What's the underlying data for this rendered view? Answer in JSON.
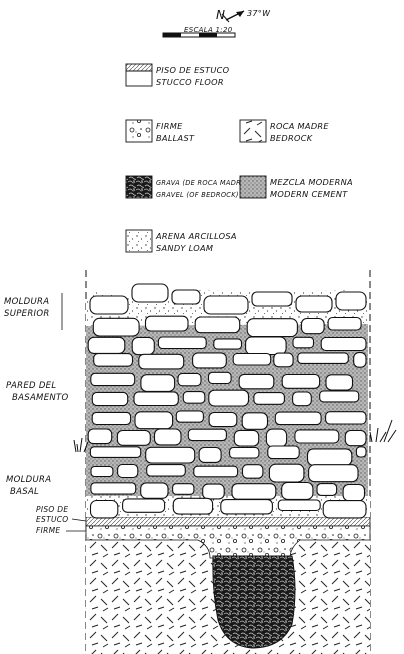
{
  "header": {
    "north": "N",
    "bearing": "37°W",
    "scale": "ESCALA 1:20"
  },
  "legend": [
    {
      "id": "stucco",
      "pattern": "stucco",
      "lines": [
        "PISO DE ESTUCO",
        "STUCCO FLOOR"
      ]
    },
    {
      "id": "ballast",
      "pattern": "ballast",
      "lines": [
        "FIRME",
        "BALLAST"
      ]
    },
    {
      "id": "bedrock",
      "pattern": "bedrock",
      "lines": [
        "ROCA MADRE",
        "BEDROCK"
      ]
    },
    {
      "id": "gravel",
      "pattern": "gravel",
      "lines": [
        "GRAVA (DE ROCA MADRE)",
        "GRAVEL (OF BEDROCK)"
      ]
    },
    {
      "id": "cement",
      "pattern": "cement",
      "lines": [
        "MEZCLA MODERNA",
        "MODERN CEMENT"
      ]
    },
    {
      "id": "loam",
      "pattern": "loam",
      "lines": [
        "ARENA ARCILLOSA",
        "SANDY LOAM"
      ]
    }
  ],
  "section_labels": {
    "upper_molding": [
      "MOLDURA",
      "SUPERIOR"
    ],
    "basement_wall": [
      "PARED DEL",
      "BASAMENTO"
    ],
    "basal_molding": [
      "MOLDURA",
      "BASAL"
    ],
    "stucco_floor": [
      "PISO DE",
      "ESTUCO"
    ],
    "ballast": "FIRME"
  },
  "colors": {
    "ink": "#111111",
    "paper": "#ffffff",
    "cement_gray": "#9a9a9a"
  }
}
